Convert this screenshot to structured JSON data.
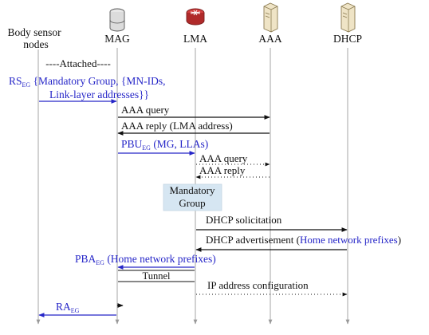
{
  "entities": {
    "body_sensor_nodes": {
      "line1": "Body sensor",
      "line2": "nodes"
    },
    "mag": {
      "label": "MAG",
      "icon": "server-icon"
    },
    "lma": {
      "label": "LMA",
      "icon": "router-icon"
    },
    "aaa": {
      "label": "AAA",
      "icon": "server-tower-icon"
    },
    "dhcp": {
      "label": "DHCP",
      "icon": "server-tower-icon"
    }
  },
  "attached": "----Attached----",
  "rs_message": {
    "name": "RS",
    "sub": "EG",
    "line1": " {Mandatory Group, {MN-IDs,",
    "line2": "Link-layer addresses}}"
  },
  "aaa_query": "AAA query",
  "aaa_reply_lma": "AAA reply (LMA address)",
  "pbu": {
    "name": "PBU",
    "sub": "EG",
    "rest": " (MG, LLAs)"
  },
  "aaa_query2": "AAA query",
  "aaa_reply2": "AAA reply",
  "mandatory_group": {
    "line1": "Mandatory",
    "line2": "Group"
  },
  "dhcp_solicitation": "DHCP solicitation",
  "dhcp_advertisement": {
    "text": "DHCP advertisement (",
    "highlight": "Home network prefixes",
    "close": ")"
  },
  "pba": {
    "name": "PBA",
    "sub": "EG",
    "rest": " (Home network prefixes)"
  },
  "tunnel": "Tunnel",
  "ip_config": "IP address configuration",
  "ra": {
    "name": "RA",
    "sub": "EG"
  },
  "colors": {
    "blue": "#2626c8",
    "black": "#111111",
    "lifeline": "#b4b4b4",
    "mg_box": "#d6e6f2"
  }
}
